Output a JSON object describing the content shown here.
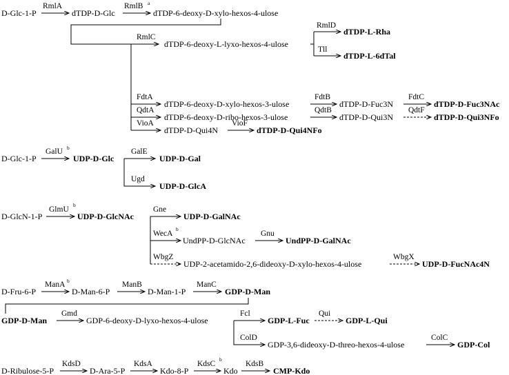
{
  "colors": {
    "ink": "#000000",
    "background": "#ffffff"
  },
  "footnotes": {
    "a": "a",
    "b": "b"
  },
  "pathways": {
    "dtdp": {
      "start": "D-Glc-1-P",
      "e_rmla": "RmlA",
      "m_dtdp_glc": "dTDP-D-Glc",
      "e_rmlb": "RmlB",
      "m_xylo_4": "dTDP-6-deoxy-D-xylo-hexos-4-ulose",
      "e_rmlc": "RmlC",
      "m_lyxo_4": "dTDP-6-deoxy-L-lyxo-hexos-4-ulose",
      "e_rmld": "RmlD",
      "p_rha": "dTDP-L-Rha",
      "e_tll": "Tll",
      "p_6dtal": "dTDP-L-6dTal",
      "e_fdta": "FdtA",
      "m_xylo_3": "dTDP-6-deoxy-D-xylo-hexos-3-ulose",
      "e_fdtb": "FdtB",
      "m_fuc3n": "dTDP-D-Fuc3N",
      "e_fdtc": "FdtC",
      "p_fuc3nac": "dTDP-D-Fuc3NAc",
      "e_qdta": "QdtA",
      "m_ribo_3": "dTDP-6-deoxy-D-ribo-hexos-3-ulose",
      "e_qdtb": "QdtB",
      "m_qui3n": "dTDP-D-Qui3N",
      "e_qdtf": "QdtF",
      "p_qui3nfo": "dTDP-D-Qui3NFo",
      "e_vioa": "VioA",
      "m_qui4n": "dTDP-D-Qui4N",
      "e_viof": "VioF",
      "p_qui4nfo": "dTDP-D-Qui4NFo"
    },
    "udp_glc": {
      "start": "D-Glc-1-P",
      "e_galu": "GalU",
      "p_udp_glc": "UDP-D-Glc",
      "e_gale": "GalE",
      "p_udp_gal": "UDP-D-Gal",
      "e_ugd": "Ugd",
      "p_udp_glca": "UDP-D-GlcA"
    },
    "udp_glcnac": {
      "start": "D-GlcN-1-P",
      "e_glmu": "GlmU",
      "p_udp_glcnac": "UDP-D-GlcNAc",
      "e_gne": "Gne",
      "p_udp_galnac": "UDP-D-GalNAc",
      "e_weca": "WecA",
      "m_undpp_glcnac": "UndPP-D-GlcNAc",
      "e_gnu": "Gnu",
      "p_undpp_galnac": "UndPP-D-GalNAc",
      "e_wbgz": "WbgZ",
      "m_acetamido": "UDP-2-acetamido-2,6-dideoxy-D-xylo-hexos-4-ulose",
      "e_wbgx": "WbgX",
      "p_fucnac4n": "UDP-D-FucNAc4N"
    },
    "gdp_man": {
      "start": "D-Fru-6-P",
      "e_mana": "ManA",
      "m_man6p": "D-Man-6-P",
      "e_manb": "ManB",
      "m_man1p": "D-Man-1-P",
      "e_manc": "ManC",
      "p_gdp_man": "GDP-D-Man"
    },
    "gdp_fuc": {
      "start": "GDP-D-Man",
      "e_gmd": "Gmd",
      "m_lyxo_4": "GDP-6-deoxy-D-lyxo-hexos-4-ulose",
      "e_fcl": "Fcl",
      "p_gdp_fuc": "GDP-L-Fuc",
      "e_qui": "Qui",
      "p_gdp_qui": "GDP-L-Qui",
      "e_cold": "ColD",
      "m_threo_4": "GDP-3,6-dideoxy-D-threo-hexos-4-ulose",
      "e_colc": "ColC",
      "p_gdp_col": "GDP-Col"
    },
    "cmp_kdo": {
      "start": "D-Ribulose-5-P",
      "e_kdsd": "KdsD",
      "m_ara5p": "D-Ara-5-P",
      "e_kdsa": "KdsA",
      "m_kdo8p": "Kdo-8-P",
      "e_kdsc": "KdsC",
      "m_kdo": "Kdo",
      "e_kdsb": "KdsB",
      "p_cmp_kdo": "CMP-Kdo"
    }
  }
}
